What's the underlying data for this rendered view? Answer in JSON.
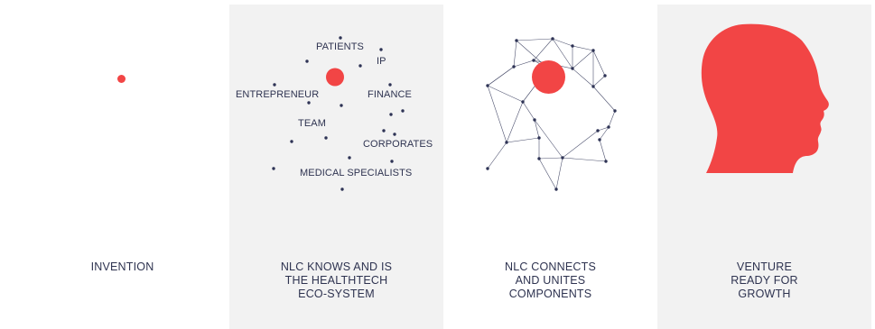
{
  "colors": {
    "accent": "#f24545",
    "dot": "#2e3355",
    "text": "#2e3350",
    "panel_alt": "#f2f2f2"
  },
  "stages": [
    {
      "caption_lines": [
        "INVENTION"
      ]
    },
    {
      "caption_lines": [
        "NLC KNOWS AND IS",
        "THE HEALTHTECH",
        "ECO-SYSTEM"
      ]
    },
    {
      "caption_lines": [
        "NLC CONNECTS",
        "AND UNITES",
        "COMPONENTS"
      ]
    },
    {
      "caption_lines": [
        "VENTURE",
        "READY FOR",
        "GROWTH"
      ]
    }
  ],
  "ecosystem_labels": {
    "patients": "PATIENTS",
    "ip": "IP",
    "entrepreneur": "ENTREPRENEUR",
    "finance": "FINANCE",
    "team": "TEAM",
    "corporates": "CORPORATES",
    "medical_specialists": "MEDICAL SPECIALISTS"
  },
  "icons": {
    "stage_1": "red-dot-icon",
    "stage_2": "ecosystem-cluster-icon",
    "stage_3": "network-head-icon",
    "stage_4": "head-silhouette-icon"
  }
}
